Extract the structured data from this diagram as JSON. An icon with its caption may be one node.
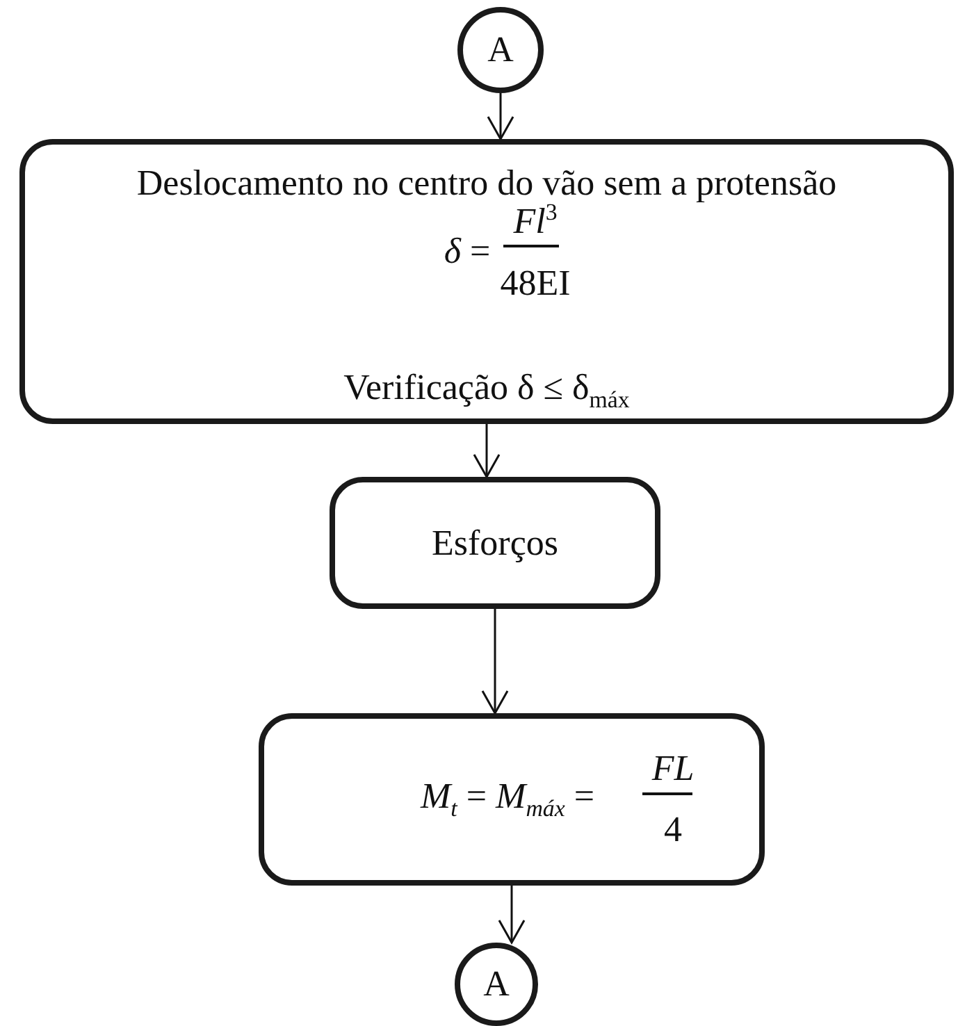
{
  "diagram": {
    "nodes": [
      {
        "text": [
          "A"
        ]
      },
      {
        "text": [
          "Deslocamento no centro do vão sem a protensão",
          "*δ* =",
          "*Fl*$^{3}$",
          "48EI",
          "Verificação δ ≤ δ$_{máx}$"
        ]
      },
      {
        "text": [
          "Esforços"
        ]
      },
      {
        "text": [
          "*M*$_{t}$ = *M*$_{máx}$ =",
          "*FL*",
          "4"
        ]
      },
      {
        "text": [
          "A"
        ]
      }
    ],
    "edges": [
      {
        "from": 0,
        "to": 1,
        "arrow": "to"
      },
      {
        "from": 1,
        "to": 2,
        "arrow": "to"
      },
      {
        "from": 2,
        "to": 3,
        "arrow": "to"
      },
      {
        "from": 3,
        "to": 4,
        "arrow": "to"
      }
    ]
  }
}
